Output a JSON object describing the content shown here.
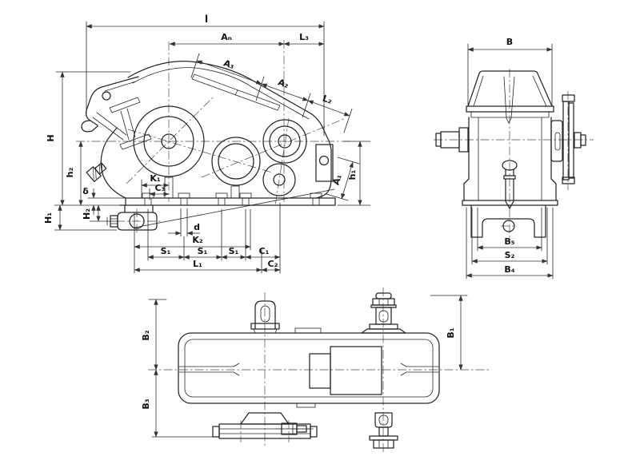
{
  "drawing": {
    "type": "gear-reducer dimensional outline drawing",
    "views": {
      "main": "side view",
      "end": "end view",
      "top": "top view"
    }
  },
  "colors": {
    "background": "#ffffff",
    "line": "#262626",
    "dimension": "#333333",
    "centerline": "#4a4a4a"
  },
  "labels": {
    "main": {
      "l": "l",
      "An": "Aₙ",
      "L3": "L₃",
      "A3": "A₃",
      "A2": "A₂",
      "L2": "L₂",
      "A1": "A₁",
      "h1": "h₁",
      "H": "H",
      "h2": "h₂",
      "delta": "δ",
      "H1": "H₁",
      "H2": "H₂",
      "K1": "K₁",
      "C3": "C₃",
      "d": "d",
      "K2": "K₂",
      "S1a": "S₁",
      "S1b": "S₁",
      "S1c": "S₁",
      "C1": "C₁",
      "L1": "L₁",
      "C2": "C₂"
    },
    "end": {
      "B": "B",
      "B5": "B₅",
      "S2": "S₂",
      "B4": "B₄"
    },
    "top": {
      "B1": "B₁",
      "B2": "B₂",
      "B3": "B₃"
    }
  }
}
